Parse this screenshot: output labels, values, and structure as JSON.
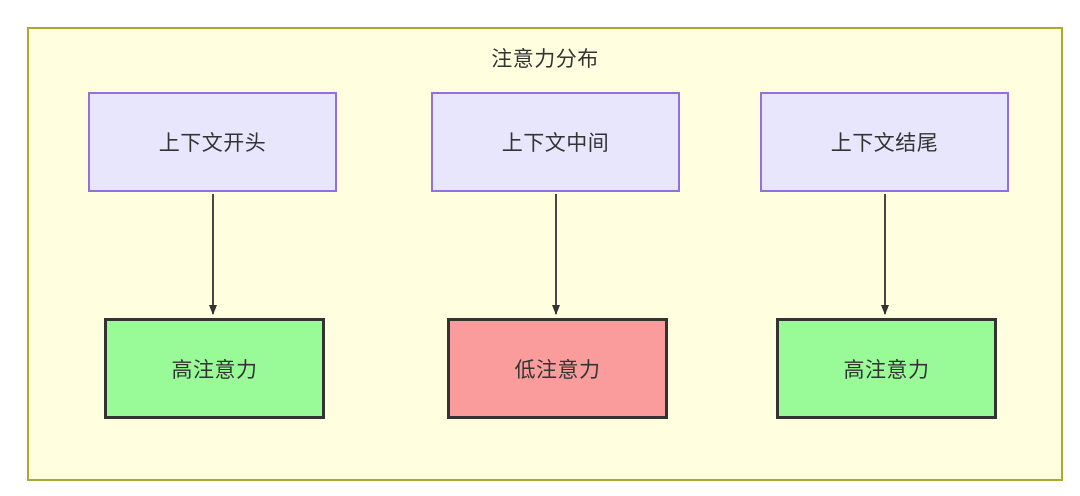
{
  "diagram": {
    "title": "注意力分布",
    "type": "flowchart",
    "direction": "top-to-bottom",
    "container": {
      "background_color": "#FFFFE0",
      "border_color": "#AAAA33"
    },
    "source_nodes": [
      {
        "id": "context-start",
        "label": "上下文开头",
        "fill_color": "#E8E6FD",
        "border_color": "#9370DB"
      },
      {
        "id": "context-middle",
        "label": "上下文中间",
        "fill_color": "#E8E6FD",
        "border_color": "#9370DB"
      },
      {
        "id": "context-end",
        "label": "上下文结尾",
        "fill_color": "#E8E6FD",
        "border_color": "#9370DB"
      }
    ],
    "result_nodes": [
      {
        "id": "high-attention-start",
        "label": "高注意力",
        "level": "high",
        "fill_color": "#98FB98",
        "border_color": "#333333"
      },
      {
        "id": "low-attention-middle",
        "label": "低注意力",
        "level": "low",
        "fill_color": "#FB9C9C",
        "border_color": "#333333"
      },
      {
        "id": "high-attention-end",
        "label": "高注意力",
        "level": "high",
        "fill_color": "#98FB98",
        "border_color": "#333333"
      }
    ],
    "edges": [
      {
        "from": "context-start",
        "to": "high-attention-start",
        "label": ""
      },
      {
        "from": "context-middle",
        "to": "low-attention-middle",
        "label": ""
      },
      {
        "from": "context-end",
        "to": "high-attention-end",
        "label": ""
      }
    ],
    "edge_color": "#333333"
  }
}
